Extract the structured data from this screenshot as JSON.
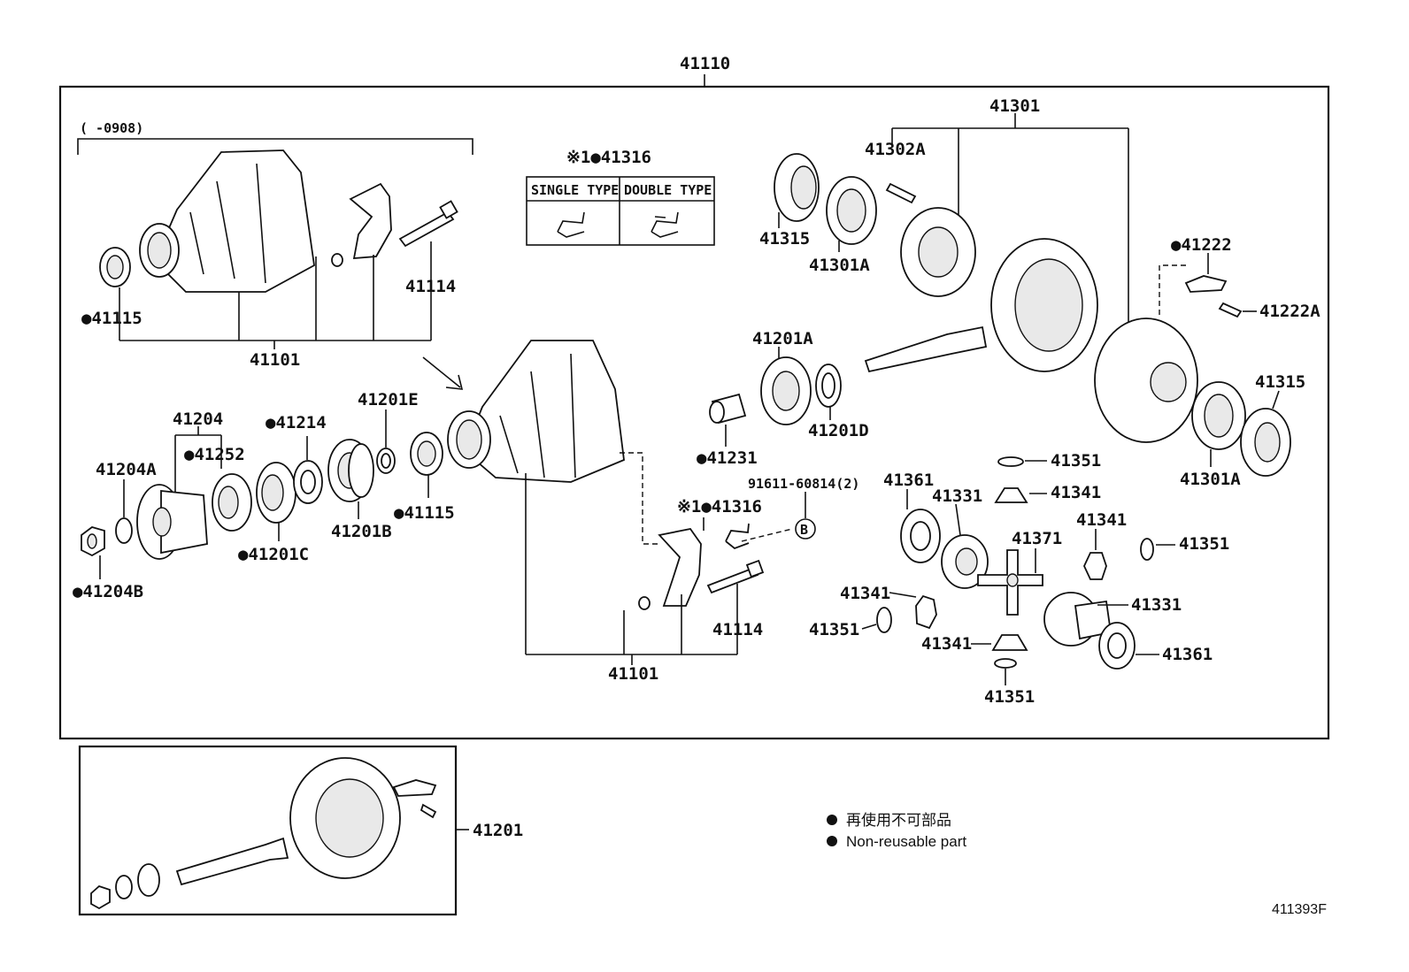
{
  "assembly_label": "41110",
  "date_range": "(      -0908)",
  "option_table": {
    "label": "※1●41316",
    "single": "SINGLE TYPE",
    "double": "DOUBLE TYPE"
  },
  "parts": {
    "p41301": "41301",
    "p41302A": "41302A",
    "p41315_top": "41315",
    "p41301A_top": "41301A",
    "p41222": "●41222",
    "p41222A": "41222A",
    "p41315_right": "41315",
    "p41301A_right": "41301A",
    "p41115_left": "●41115",
    "p41101_top": "41101",
    "p41114_top": "41114",
    "p41201A": "41201A",
    "p41201D": "41201D",
    "p41231": "●41231",
    "p41204": "41204",
    "p41252": "●41252",
    "p41214": "●41214",
    "p41201E": "41201E",
    "p41204A": "41204A",
    "p41204B": "●41204B",
    "p41201C": "●41201C",
    "p41201B": "41201B",
    "p41115_mid": "●41115",
    "bolt_code": "91611-60814(2)",
    "ref_B": "B",
    "p41316_mid": "※1●41316",
    "p41114_bottom": "41114",
    "p41101_bottom": "41101",
    "p41361_top": "41361",
    "p41331_top": "41331",
    "p41351_a": "41351",
    "p41341_a": "41341",
    "p41341_b": "41341",
    "p41351_b": "41351",
    "p41371": "41371",
    "p41341_c": "41341",
    "p41351_c": "41351",
    "p41331_bottom": "41331",
    "p41341_d": "41341",
    "p41361_bottom": "41361",
    "p41351_d": "41351",
    "p41201": "41201"
  },
  "legend": {
    "jp": "再使用不可部品",
    "en": "Non-reusable part"
  },
  "figure_code": "411393F"
}
